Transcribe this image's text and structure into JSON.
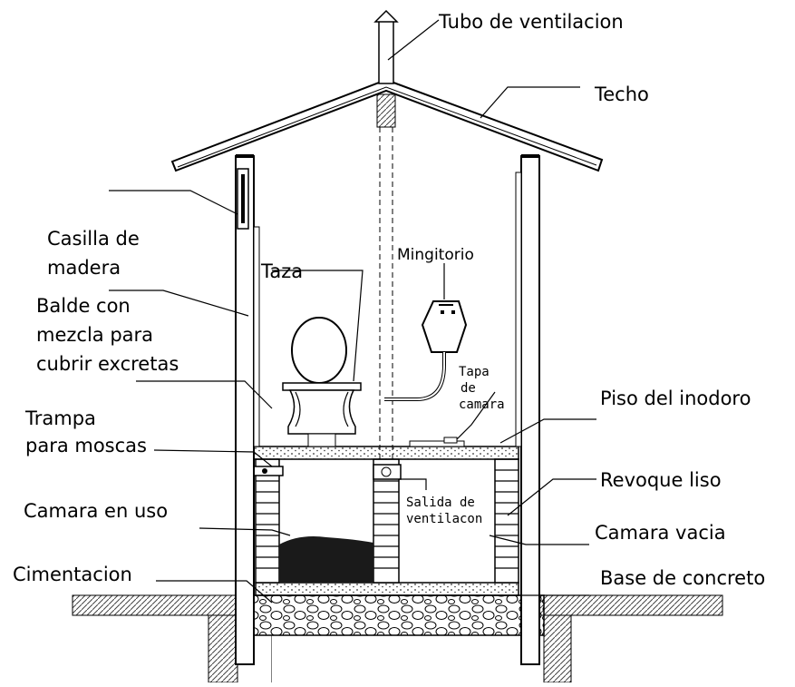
{
  "labels": {
    "tubo": "Tubo de ventilacion",
    "techo": "Techo",
    "casilla_1": "Casilla de",
    "casilla_2": "madera",
    "taza": "Taza",
    "mingitorio": "Mingitorio",
    "balde_1": "Balde con",
    "balde_2": "mezcla para",
    "balde_3": "cubrir excretas",
    "tapa_1": "Tapa",
    "tapa_2": "de",
    "tapa_3": "camara",
    "piso": "Piso del inodoro",
    "trampa_1": "Trampa",
    "trampa_2": "para moscas",
    "revoque": "Revoque liso",
    "salida_1": "Salida de",
    "salida_2": "ventilacon",
    "camara_uso": "Camara en uso",
    "camara_vacia": "Camara vacia",
    "cimentacion": "Cimentacion",
    "base": "Base de concreto"
  },
  "colors": {
    "ink": "#000000",
    "paper": "#ffffff",
    "hatch": "#444444",
    "excreta": "#1a1a1a"
  }
}
